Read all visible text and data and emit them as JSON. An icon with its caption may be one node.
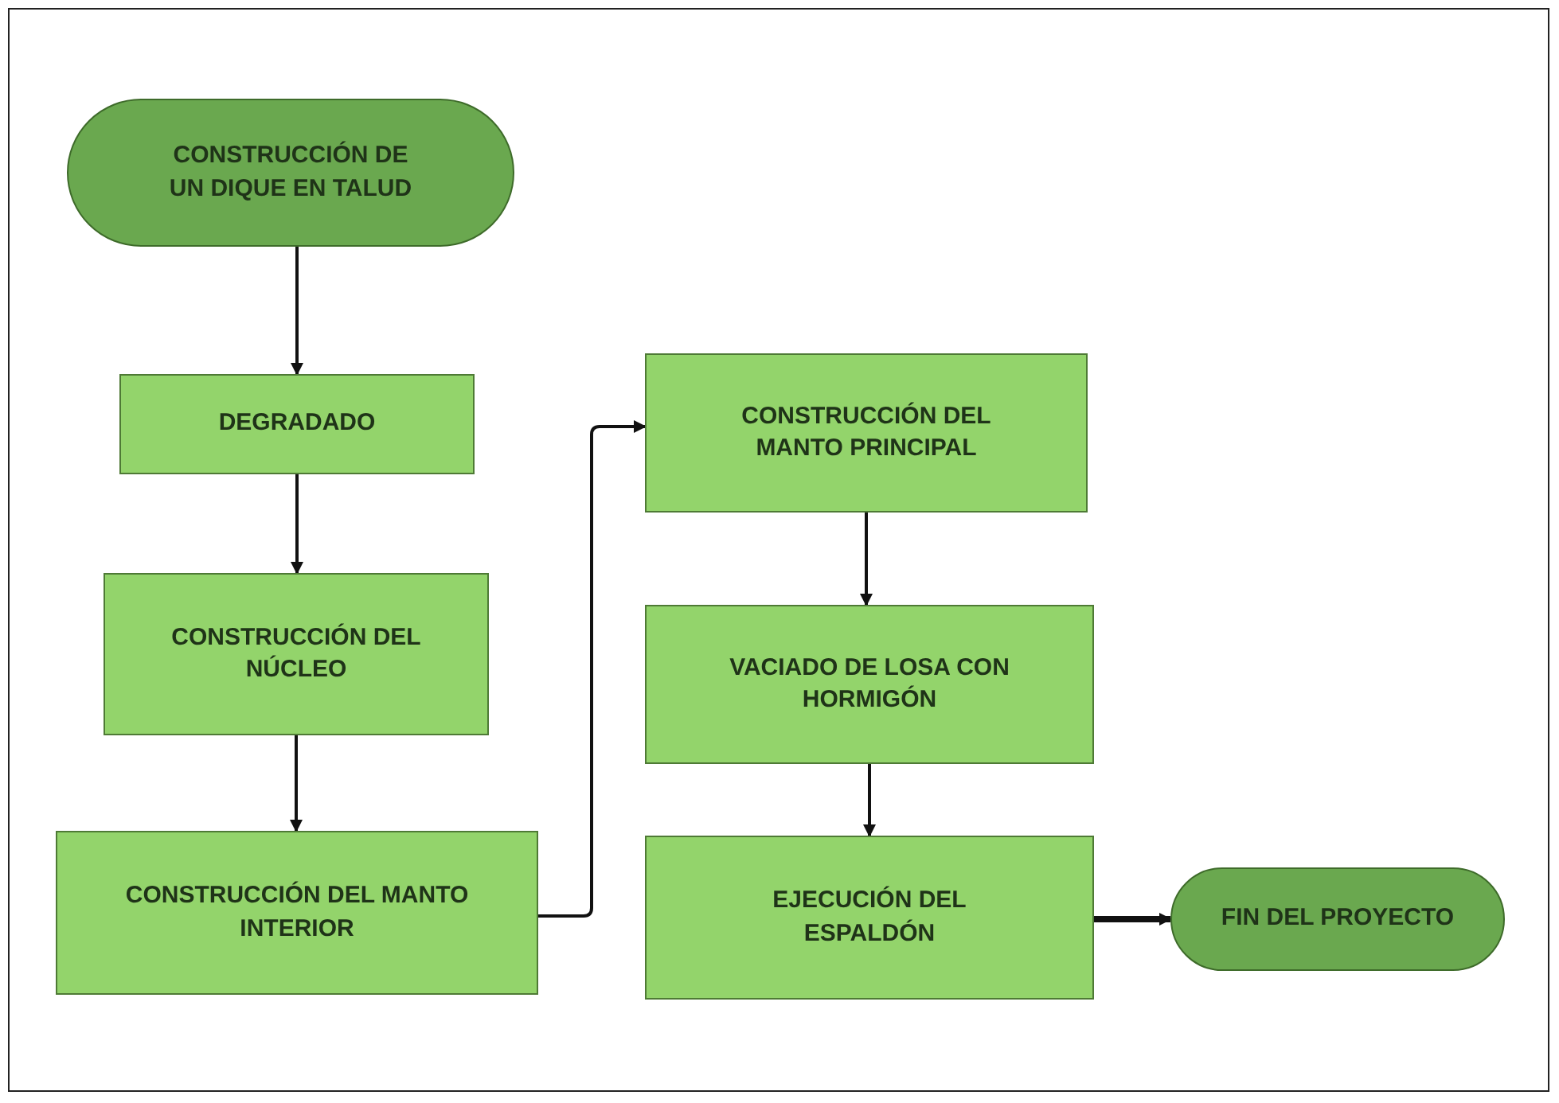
{
  "diagram": {
    "nodes": [
      {
        "text": [
          "CONSTRUCCIÓN DE UN DIQUE EN TALUD"
        ]
      },
      {
        "text": [
          "DEGRADADO"
        ]
      },
      {
        "text": [
          "CONSTRUCCIÓN DEL NÚCLEO"
        ]
      },
      {
        "text": [
          "CONSTRUCCIÓN DEL MANTO INTERIOR"
        ]
      },
      {
        "text": [
          "CONSTRUCCIÓN DEL MANTO PRINCIPAL"
        ]
      },
      {
        "text": [
          "VACIADO DE LOSA CON HORMIGÓN"
        ]
      },
      {
        "text": [
          "EJECUCIÓN DEL ESPALDÓN"
        ]
      },
      {
        "text": [
          "FIN DEL PROYECTO"
        ]
      }
    ],
    "edges": [
      {
        "from": 0,
        "to": 1,
        "arrow": "to"
      },
      {
        "from": 1,
        "to": 2,
        "arrow": "to"
      },
      {
        "from": 2,
        "to": 3,
        "arrow": "to"
      },
      {
        "from": 3,
        "to": 4,
        "arrow": "to"
      },
      {
        "from": 4,
        "to": 5,
        "arrow": "to"
      },
      {
        "from": 5,
        "to": 6,
        "arrow": "to"
      },
      {
        "from": 6,
        "to": 7,
        "arrow": "to",
        "style": "thick"
      }
    ]
  }
}
